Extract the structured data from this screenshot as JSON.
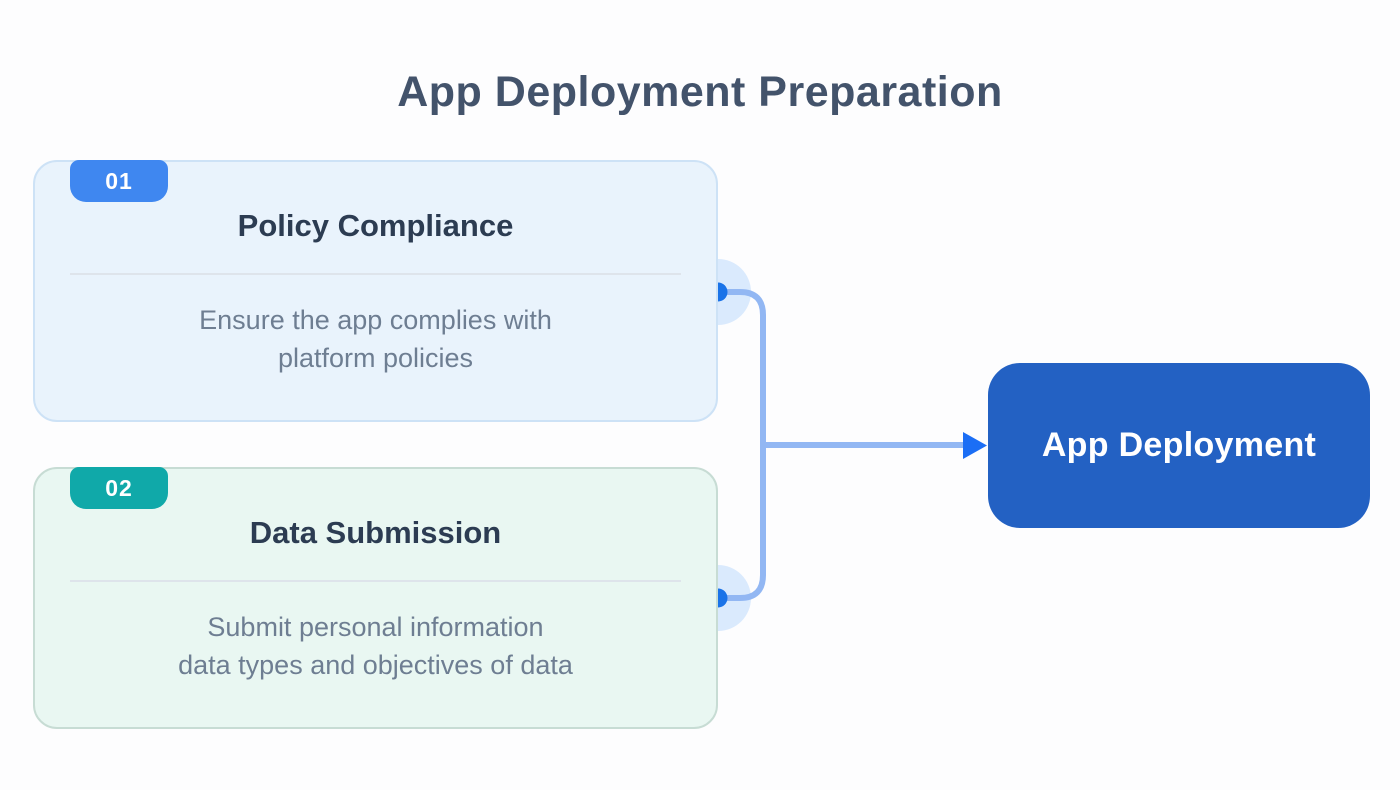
{
  "page": {
    "title": "App Deployment Preparation"
  },
  "steps": [
    {
      "number": "01",
      "title": "Policy Compliance",
      "description_line1": "Ensure the app complies with",
      "description_line2": "platform policies",
      "accent_color": "#3f87f0",
      "card_background": "#e9f3fc",
      "card_border": "#cde2f6"
    },
    {
      "number": "02",
      "title": "Data Submission",
      "description_line1": "Submit personal information",
      "description_line2": "data types and objectives of data",
      "accent_color": "#10a9a9",
      "card_background": "#e9f7f2",
      "card_border": "#c7dcd4"
    }
  ],
  "result": {
    "label": "App Deployment",
    "background": "#2361c3"
  },
  "connector": {
    "line_color": "#92b7f3",
    "dot_color": "#1a73e8",
    "halo_color": "#dbeafe",
    "arrow_color": "#1b6ef5"
  }
}
